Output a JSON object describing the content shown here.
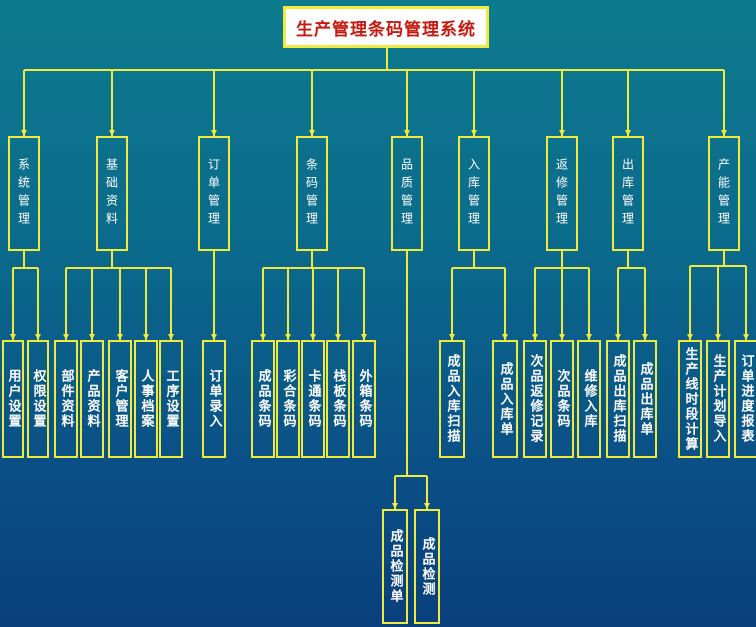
{
  "title": "生产管理条码管理系统",
  "colors": {
    "line": "#f0ea3c",
    "text": "#ffffff",
    "title_text": "#c41a10",
    "background": "#0b5f8a"
  },
  "categories": [
    {
      "id": "sys",
      "label": "系统管理",
      "children": [
        "用户设置",
        "权限设置"
      ]
    },
    {
      "id": "base",
      "label": "基础资料",
      "children": [
        "部件资料",
        "产品资料",
        "客户管理",
        "人事档案",
        "工序设置"
      ]
    },
    {
      "id": "order",
      "label": "订单管理",
      "children": [
        "订单录入"
      ]
    },
    {
      "id": "code",
      "label": "条码管理",
      "children": [
        "成品条码",
        "彩合条码",
        "卡通条码",
        "栈板条码",
        "外箱条码"
      ]
    },
    {
      "id": "qc",
      "label": "品质管理",
      "children": [
        "成品检测单",
        "成品检测"
      ]
    },
    {
      "id": "in",
      "label": "入库管理",
      "children": [
        "成品入库扫描",
        "成品入库单"
      ]
    },
    {
      "id": "repair",
      "label": "返修管理",
      "children": [
        "次品返修记录",
        "次品条码",
        "维修入库"
      ]
    },
    {
      "id": "out",
      "label": "出库管理",
      "children": [
        "成品出库扫描",
        "成品出库单"
      ]
    },
    {
      "id": "cap",
      "label": "产能管理",
      "children": [
        "生产线时段计算",
        "生产计划导入",
        "订单进度报表"
      ]
    }
  ]
}
